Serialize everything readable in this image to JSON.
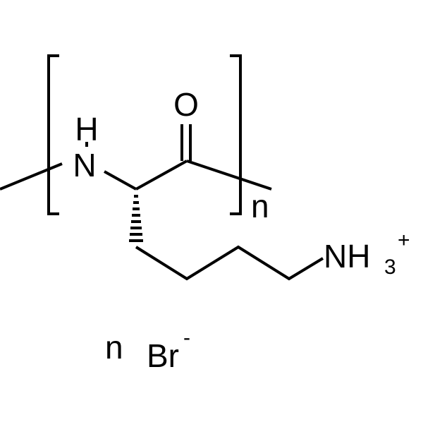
{
  "structure": {
    "atoms": {
      "oxygen": "O",
      "nh_h": "H",
      "nh_n": "N",
      "amine_n": "NH",
      "amine_sub": "3",
      "amine_charge": "+"
    },
    "repeat_subscript": "n",
    "counterion": {
      "coefficient": "n",
      "ion": "Br",
      "charge": "-"
    }
  },
  "colors": {
    "ink": "#000000",
    "background": "#ffffff"
  }
}
